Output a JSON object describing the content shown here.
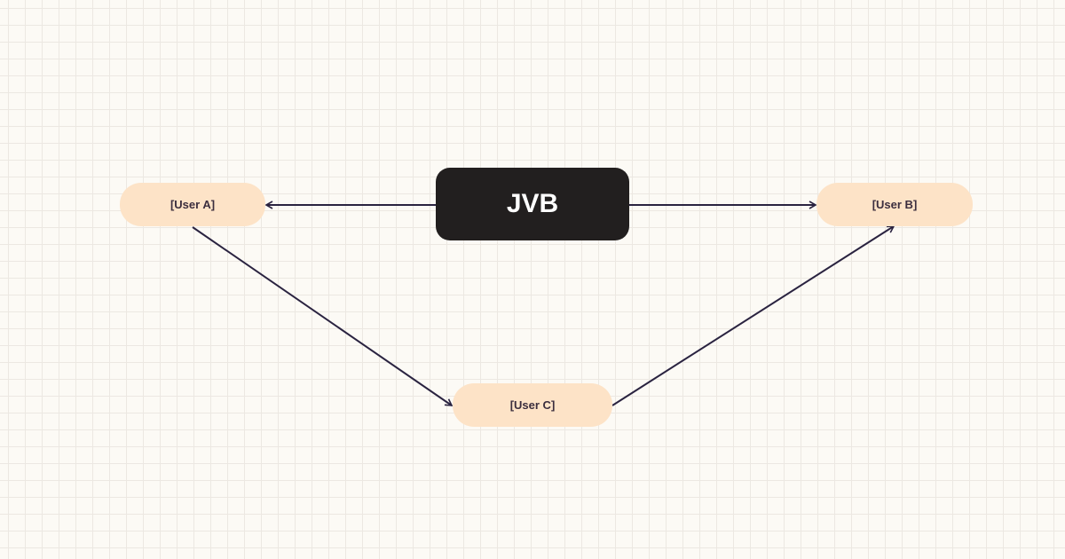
{
  "nodes": {
    "jvb": "JVB",
    "user_a": "[User A]",
    "user_b": "[User B]",
    "user_c": "[User C]"
  },
  "colors": {
    "edge": "#2a2340",
    "user_fill": "#fde3c7",
    "jvb_fill": "#221f1f"
  }
}
